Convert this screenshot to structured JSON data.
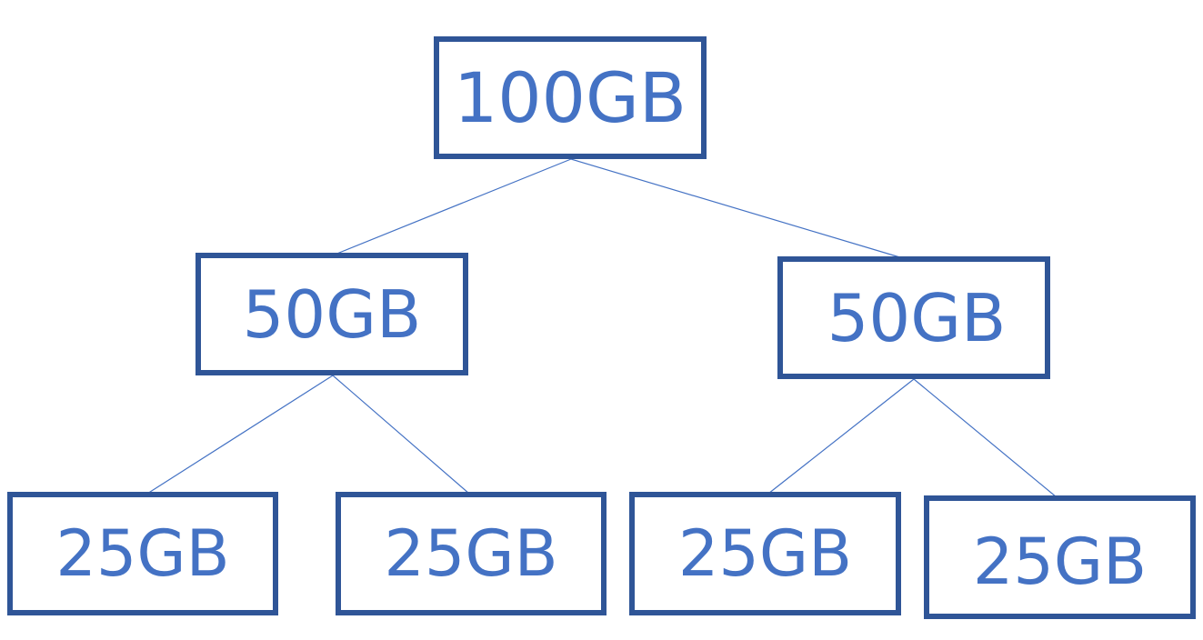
{
  "tree": {
    "root": {
      "label": "100GB"
    },
    "level1": [
      {
        "label": "50GB"
      },
      {
        "label": "50GB"
      }
    ],
    "level2": [
      {
        "label": "25GB"
      },
      {
        "label": "25GB"
      },
      {
        "label": "25GB"
      },
      {
        "label": "25GB"
      }
    ]
  },
  "colors": {
    "border": "#2f5597",
    "text": "#4472c4",
    "connector": "#4472c4",
    "background": "#ffffff"
  }
}
